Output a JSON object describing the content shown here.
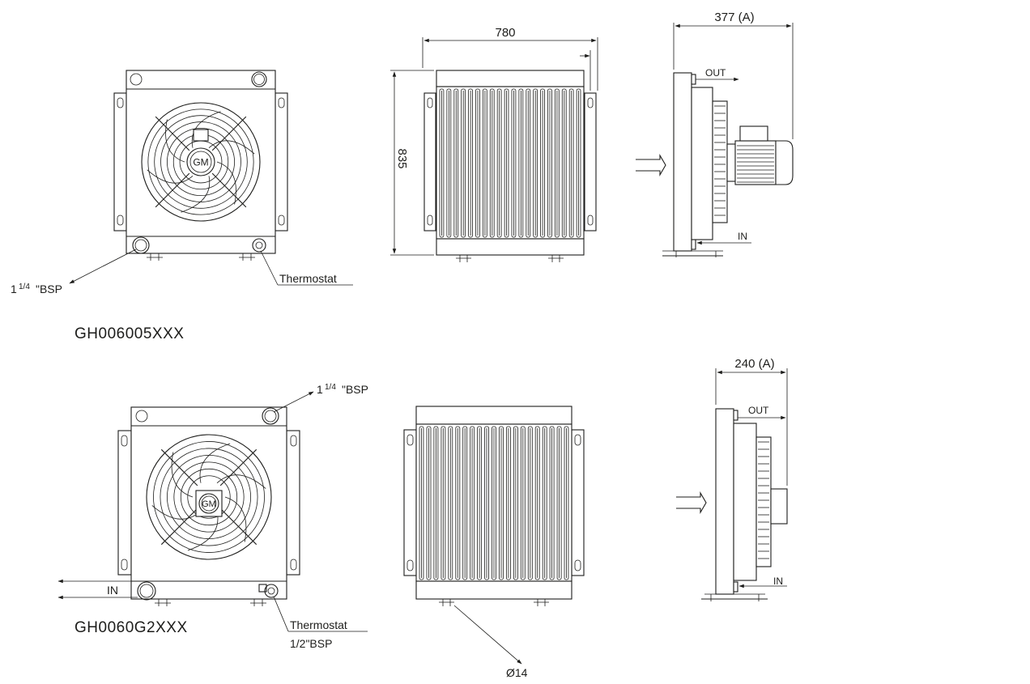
{
  "colors": {
    "line": "#1d1d1b",
    "background": "#ffffff"
  },
  "model_top": {
    "code": "GH006005XXX"
  },
  "model_bottom": {
    "code": "GH0060G2XXX"
  },
  "dimensions": {
    "width": "780",
    "height": "835",
    "depth_top": "377 (A)",
    "depth_bottom": "240 (A)",
    "hole": "Ø14"
  },
  "labels": {
    "out": "OUT",
    "in": "IN",
    "thermostat": "Thermostat",
    "bsp_port_whole": "1",
    "bsp_port_fraction": "1/4",
    "bsp_port_unit": "\"BSP",
    "bsp_half": "1/2\"BSP",
    "brand": "GM"
  }
}
